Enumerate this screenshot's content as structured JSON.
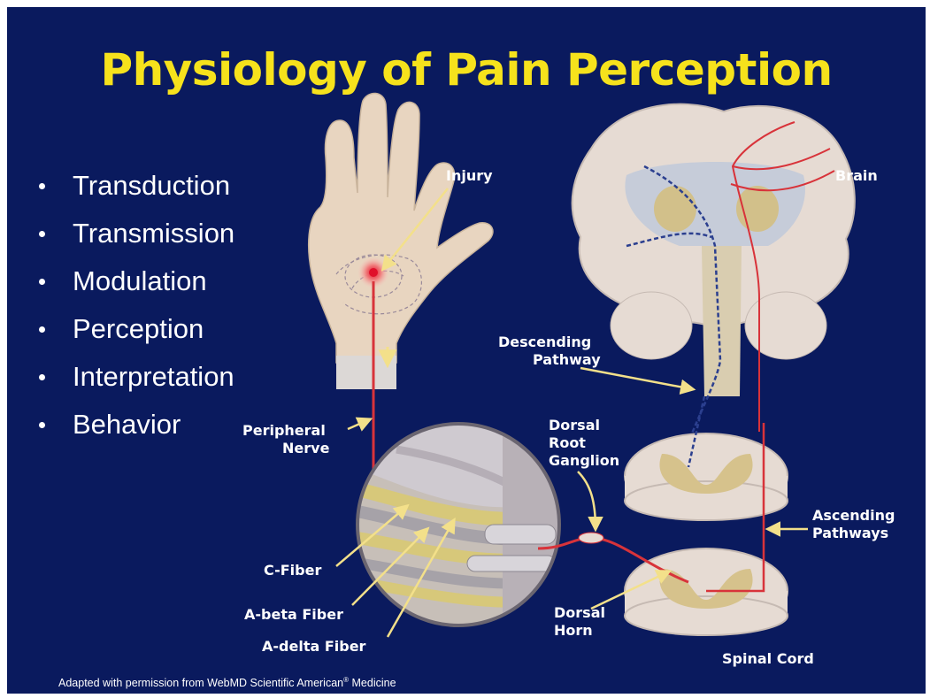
{
  "title": "Physiology of Pain Perception",
  "bullets": [
    "Transduction",
    "Transmission",
    "Modulation",
    "Perception",
    "Interpretation",
    "Behavior"
  ],
  "labels": {
    "injury": "Injury",
    "brain": "Brain",
    "descending_1": "Descending",
    "descending_2": "Pathway",
    "peripheral_1": "Peripheral",
    "peripheral_2": "Nerve",
    "drg_1": "Dorsal",
    "drg_2": "Root",
    "drg_3": "Ganglion",
    "ascending_1": "Ascending",
    "ascending_2": "Pathways",
    "c_fiber": "C-Fiber",
    "a_beta": "A-beta Fiber",
    "a_delta": "A-delta Fiber",
    "dorsal_horn_1": "Dorsal",
    "dorsal_horn_2": "Horn",
    "spinal_cord": "Spinal Cord"
  },
  "credit": {
    "text": "Adapted with permission from WebMD Scientific American",
    "reg": "®",
    "suffix": " Medicine"
  },
  "colors": {
    "background": "#0a1a5e",
    "title": "#f6e21c",
    "skin": "#e8d5c0",
    "nerve": "#d8333a",
    "arrow": "#f3e08a",
    "tissue": "#e3d9cc",
    "gray_matter": "#d6c28c"
  }
}
